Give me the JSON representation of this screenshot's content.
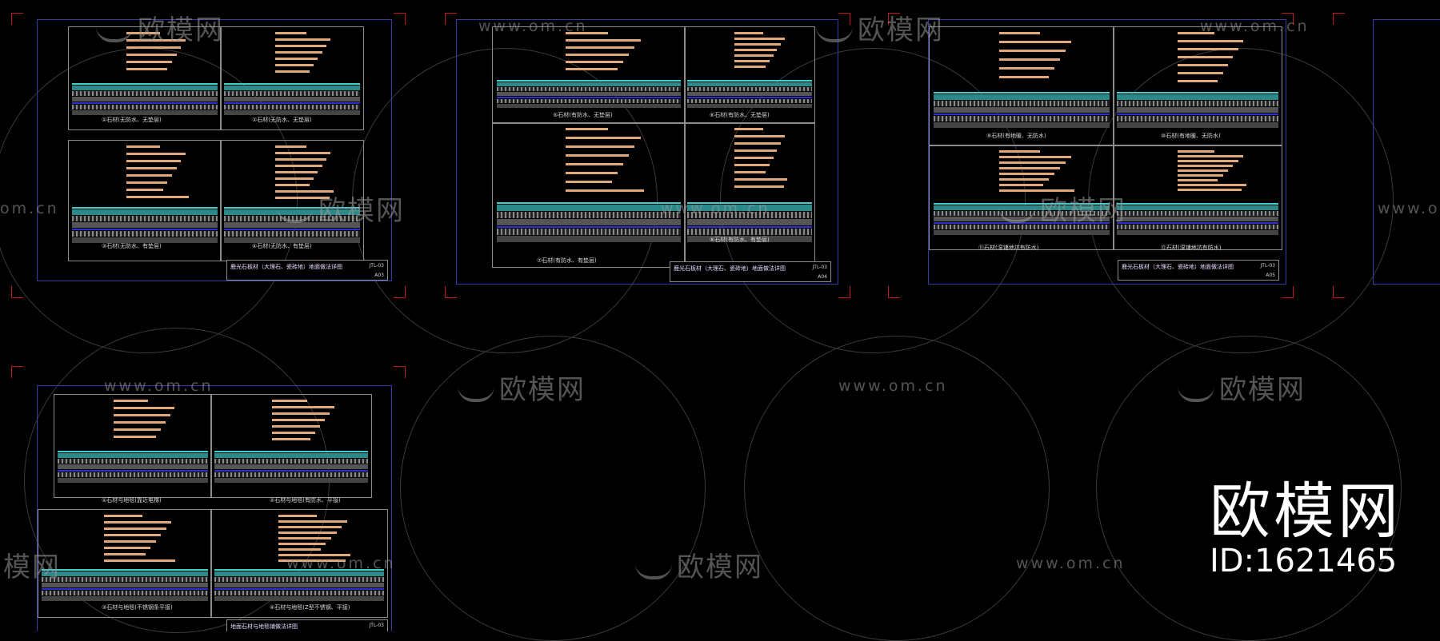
{
  "brand": {
    "name": "欧模网",
    "id_text": "ID:1621465"
  },
  "watermark": {
    "cn": "欧模网",
    "url": "www.om.cn",
    "url_partial": "om.cn",
    "cn_partial": "模网"
  },
  "sheets": [
    {
      "title": "鹿光石板材（大理石、瓷砖地）地面做法详图",
      "sheet_no": "JTL-03",
      "page": "A03",
      "captions": [
        "①石材(无防水、无垫层)",
        "②石材(无防水、无垫层)",
        "③石材(无防水、有垫层)",
        "④石材(无防水、有垫层)"
      ]
    },
    {
      "title": "鹿光石板材（大理石、瓷砖地）地面做法详图",
      "sheet_no": "JTL-03",
      "page": "A04",
      "captions": [
        "⑤石材(有防水、无垫层)",
        "⑥石材(有防水、无垫层)",
        "⑦石材(有防水、有垫层)",
        "⑧石材(有防水、有垫层)"
      ]
    },
    {
      "title": "鹿光石板材（大理石、瓷砖地）地面做法详图",
      "sheet_no": "JTL-03",
      "page": "A05",
      "captions": [
        "⑨石材(有地暖、无防水)",
        "⑩石材(有地暖、无防水)",
        "⑪石材(湿铺地坑有防水)",
        "⑫石材(湿铺地坑有防水)"
      ]
    },
    {
      "title": "地面石材与地毯铺做法详图",
      "sheet_no": "JTL-03",
      "page": "",
      "captions": [
        "①石材与地毯(靠近电梯)",
        "②石材与地毯(有防水、平接)",
        "③石材与地毯(不锈钢条平接)",
        "④石材与地毯(Z型不锈钢、平接)"
      ]
    }
  ]
}
